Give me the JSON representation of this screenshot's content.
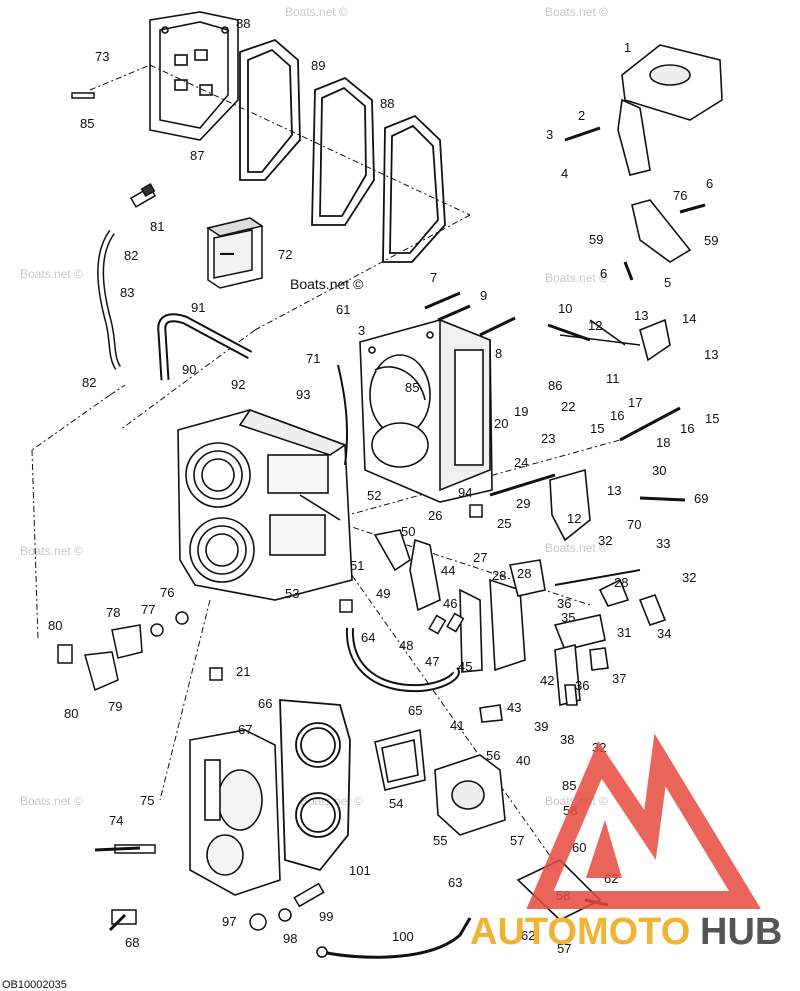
{
  "diagram": {
    "reference_code": "OB10002035",
    "watermark": "Boats.net ©",
    "brand": {
      "part1": "AUTOMOTO",
      "part2": "HUB",
      "accent": "#e64a3c",
      "yellow": "#f2b233",
      "dark": "#555555"
    },
    "callouts": [
      "1",
      "2",
      "3",
      "4",
      "5",
      "6",
      "7",
      "8",
      "9",
      "10",
      "11",
      "12",
      "13",
      "14",
      "15",
      "16",
      "17",
      "18",
      "19",
      "20",
      "21",
      "22",
      "23",
      "24",
      "25",
      "26",
      "27",
      "28",
      "29",
      "30",
      "31",
      "32",
      "33",
      "34",
      "35",
      "36",
      "37",
      "38",
      "39",
      "40",
      "41",
      "42",
      "43",
      "44",
      "45",
      "46",
      "47",
      "48",
      "49",
      "50",
      "51",
      "52",
      "53",
      "54",
      "55",
      "56",
      "57",
      "58",
      "59",
      "60",
      "61",
      "62",
      "63",
      "64",
      "65",
      "66",
      "67",
      "68",
      "69",
      "70",
      "71",
      "72",
      "73",
      "74",
      "75",
      "76",
      "77",
      "78",
      "79",
      "80",
      "81",
      "82",
      "83",
      "85",
      "86",
      "87",
      "88",
      "89",
      "90",
      "91",
      "92",
      "93",
      "94",
      "97",
      "98",
      "99",
      "100",
      "101"
    ]
  }
}
